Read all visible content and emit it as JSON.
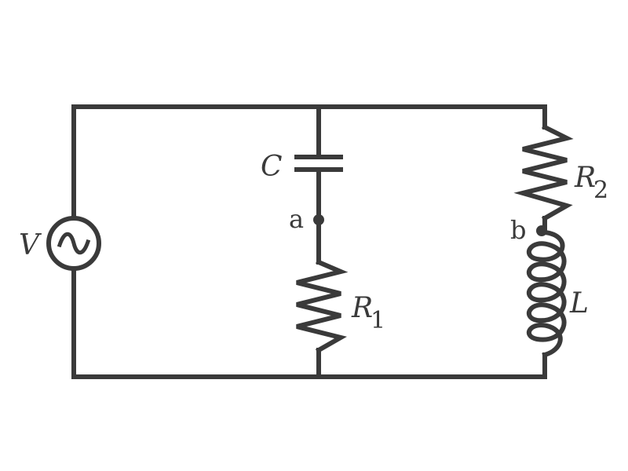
{
  "diagram": {
    "colors": {
      "stroke": "#3a3a3a",
      "background": "#ffffff"
    },
    "components": {
      "source": {
        "label": "V",
        "icon": "ac-source-icon"
      },
      "capacitor": {
        "label": "C",
        "icon": "capacitor-icon"
      },
      "resistor1": {
        "label": "R",
        "subscript": "1",
        "icon": "resistor-icon"
      },
      "resistor2": {
        "label": "R",
        "subscript": "2",
        "icon": "resistor-icon"
      },
      "inductor": {
        "label": "L",
        "icon": "inductor-icon"
      }
    },
    "nodes": {
      "a": {
        "label": "a"
      },
      "b": {
        "label": "b"
      }
    }
  }
}
